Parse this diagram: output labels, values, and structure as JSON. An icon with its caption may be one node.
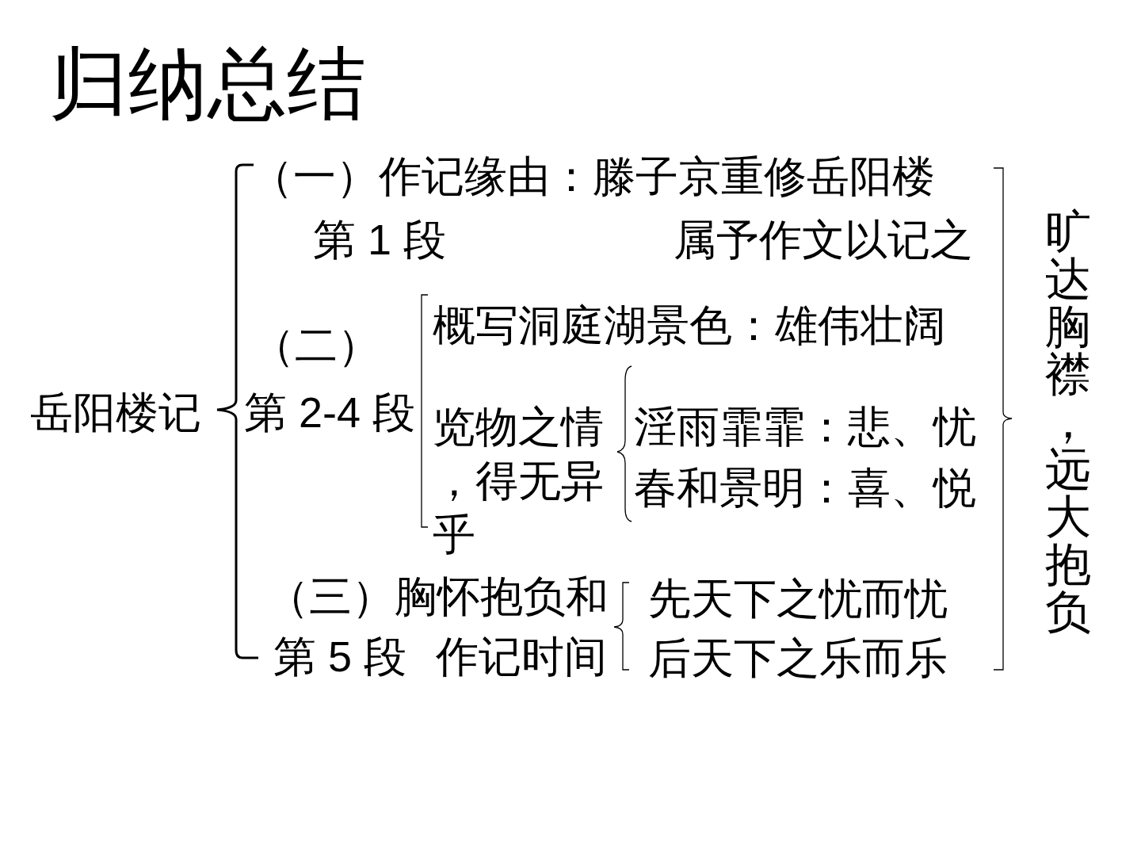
{
  "diagram": {
    "title": "归纳总结",
    "labels": [
      "岳阳楼记",
      "（一）作记缘由：滕子京重修岳阳楼",
      "第 1 段",
      "属予作文以记之",
      "（二）",
      "第 2-4 段",
      "概写洞庭湖景色：雄伟壮阔",
      "览物之情，得无异乎",
      "淫雨霏霏：悲、忧",
      "春和景明：喜、悦",
      "（三）胸怀抱负和",
      "第 5 段",
      "作记时间",
      "先天下之忧而忧",
      "后天下之乐而乐",
      "旷达胸襟，远大抱负"
    ]
  }
}
